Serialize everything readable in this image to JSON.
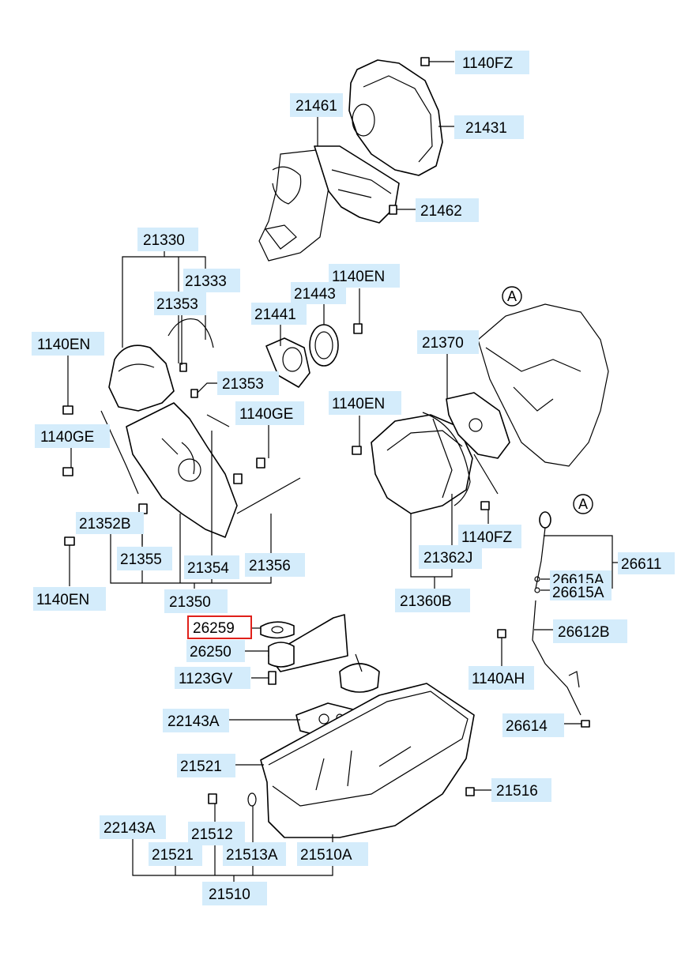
{
  "labels": {
    "l_1140fz_top": "1140FZ",
    "l_21461": "21461",
    "l_21431": "21431",
    "l_21462": "21462",
    "l_21330": "21330",
    "l_21333": "21333",
    "l_21353a": "21353",
    "l_21353b": "21353",
    "l_1140en_a": "1140EN",
    "l_1140en_b": "1140EN",
    "l_1140en_c": "1140EN",
    "l_1140en_d": "1140EN",
    "l_21443": "21443",
    "l_21441": "21441",
    "l_21370": "21370",
    "l_1140ge_a": "1140GE",
    "l_1140ge_b": "1140GE",
    "l_21352b": "21352B",
    "l_21355": "21355",
    "l_21354": "21354",
    "l_21356": "21356",
    "l_21350": "21350",
    "l_1140fz_mid": "1140FZ",
    "l_21362j": "21362J",
    "l_21360b": "21360B",
    "l_26611": "26611",
    "l_26615a_1": "26615A",
    "l_26615a_2": "26615A",
    "l_26612b": "26612B",
    "l_1140ah": "1140AH",
    "l_26614": "26614",
    "l_26259": "26259",
    "l_26250": "26250",
    "l_1123gv": "1123GV",
    "l_22143a_a": "22143A",
    "l_21521_a": "21521",
    "l_21516": "21516",
    "l_22143a_b": "22143A",
    "l_21512": "21512",
    "l_21521_b": "21521",
    "l_21513a": "21513A",
    "l_21510a": "21510A",
    "l_21510": "21510",
    "ref_a1": "A",
    "ref_a2": "A"
  },
  "selected_part": "26259",
  "colors": {
    "label_bg": "#d4ecfb",
    "highlight": "#e0201a"
  }
}
